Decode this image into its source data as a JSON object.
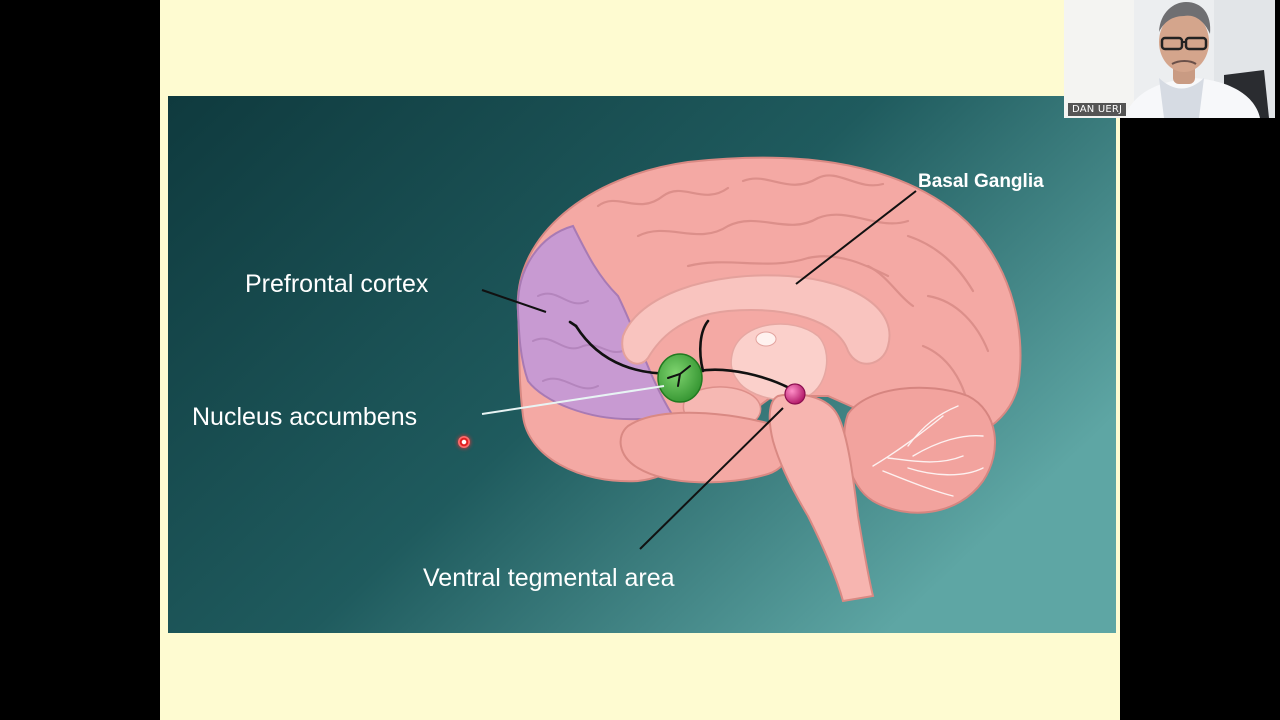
{
  "slide": {
    "labels": {
      "basal_ganglia": "Basal Ganglia",
      "prefrontal_cortex": "Prefrontal cortex",
      "nucleus_accumbens": "Nucleus accumbens",
      "ventral_tegmental_area": "Ventral tegmental area"
    },
    "colors": {
      "slide_background": "#fefbd1",
      "panel_dark": "#0f3a3e",
      "panel_light": "#5ea6a4",
      "brain": "#f4a9a4",
      "prefrontal": "#c89ad2",
      "nucleus_accumbens": "#3fae3a",
      "vta": "#c81f7a"
    }
  },
  "video_tile": {
    "participant_name": "DAN UERJ"
  }
}
